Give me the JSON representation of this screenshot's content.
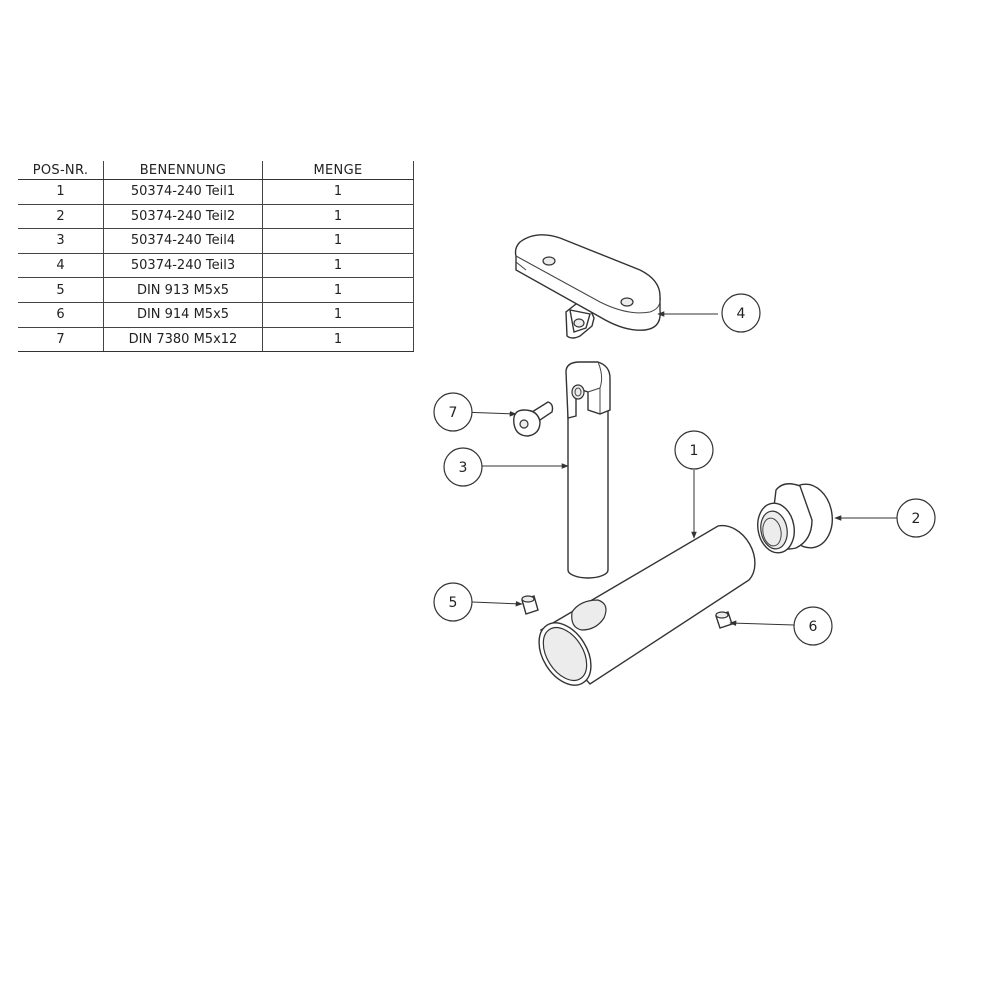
{
  "bom": {
    "headers": {
      "pos": "POS-NR.",
      "name": "BENENNUNG",
      "qty": "MENGE"
    },
    "rows": [
      {
        "pos": "1",
        "name": "50374-240 Teil1",
        "qty": "1"
      },
      {
        "pos": "2",
        "name": "50374-240 Teil2",
        "qty": "1"
      },
      {
        "pos": "3",
        "name": "50374-240 Teil4",
        "qty": "1"
      },
      {
        "pos": "4",
        "name": "50374-240 Teil3",
        "qty": "1"
      },
      {
        "pos": "5",
        "name": "DIN 913 M5x5",
        "qty": "1"
      },
      {
        "pos": "6",
        "name": "DIN 914 M5x5",
        "qty": "1"
      },
      {
        "pos": "7",
        "name": "DIN 7380 M5x12",
        "qty": "1"
      }
    ]
  },
  "balloons": {
    "b1": "1",
    "b2": "2",
    "b3": "3",
    "b4": "4",
    "b5": "5",
    "b6": "6",
    "b7": "7"
  }
}
